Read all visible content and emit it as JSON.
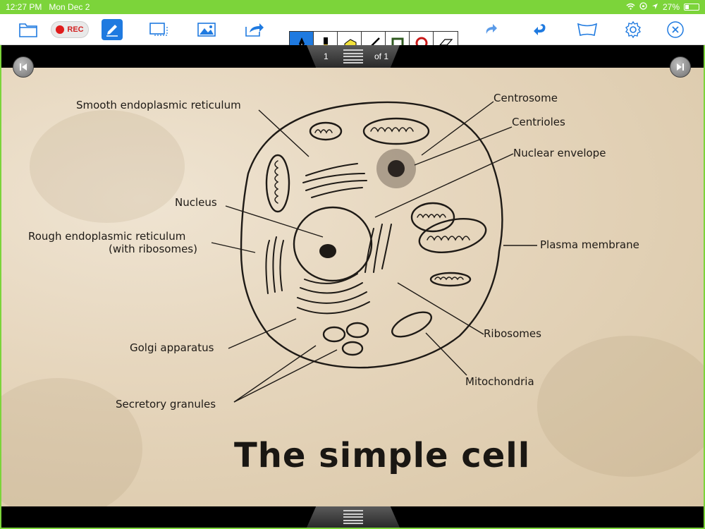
{
  "status": {
    "time": "12:27 PM",
    "date": "Mon Dec 2",
    "battery": "27%",
    "battery_level": 0.27
  },
  "toolbar": {
    "rec_label": "REC",
    "tools": [
      {
        "name": "pen",
        "size": "2",
        "active": true
      },
      {
        "name": "marker",
        "size": "7"
      },
      {
        "name": "highlighter",
        "size": "40"
      },
      {
        "name": "line",
        "size": "5"
      },
      {
        "name": "rectangle",
        "size": "10"
      },
      {
        "name": "circle",
        "size": "10"
      },
      {
        "name": "eraser",
        "size": "32"
      }
    ],
    "accent": "#1f7ae0"
  },
  "pager": {
    "current": "1",
    "of_label": "of 1"
  },
  "slide": {
    "title": "The simple cell",
    "labels": {
      "smooth_er": "Smooth endoplasmic reticulum",
      "centrosome": "Centrosome",
      "centrioles": "Centrioles",
      "nuclear_envelope": "Nuclear envelope",
      "nucleus": "Nucleus",
      "rough_er": "Rough endoplasmic reticulum",
      "rough_er_sub": "(with ribosomes)",
      "plasma_membrane": "Plasma membrane",
      "golgi": "Golgi apparatus",
      "ribosomes": "Ribosomes",
      "secretory": "Secretory granules",
      "mitochondria": "Mitochondria"
    }
  },
  "colors": {
    "frame": "#7cd43a",
    "rec": "#e01b1b"
  }
}
